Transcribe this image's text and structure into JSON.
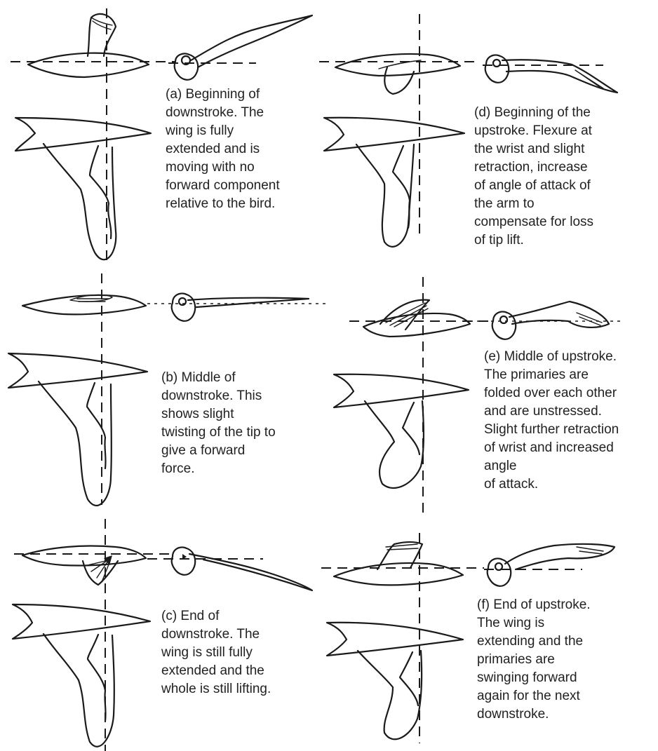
{
  "panels": [
    {
      "id": "a",
      "caption": "(a) Beginning of\ndownstroke. The\nwing is fully\nextended and is\nmoving with no\nforward component\nrelative to the bird."
    },
    {
      "id": "b",
      "caption": "(b) Middle of\ndownstroke. This\nshows slight\ntwisting of the tip to\ngive a forward\nforce."
    },
    {
      "id": "c",
      "caption": "(c) End of\ndownstroke. The\nwing is still fully\nextended and the\nwhole is still lifting."
    },
    {
      "id": "d",
      "caption": "(d) Beginning of the\nupstroke. Flexure at\nthe wrist and slight\nretraction, increase\nof angle of attack of\nthe arm to\ncompensate for loss\nof tip lift."
    },
    {
      "id": "e",
      "caption": "(e) Middle of upstroke.\nThe primaries are\nfolded over each other\nand are unstressed.\nSlight further retraction\nof wrist and increased\nangle\nof attack."
    },
    {
      "id": "f",
      "caption": "(f) End of upstroke.\nThe wing is\nextending and the\nprimaries are\nswinging forward\nagain for the next\ndownstroke."
    }
  ]
}
